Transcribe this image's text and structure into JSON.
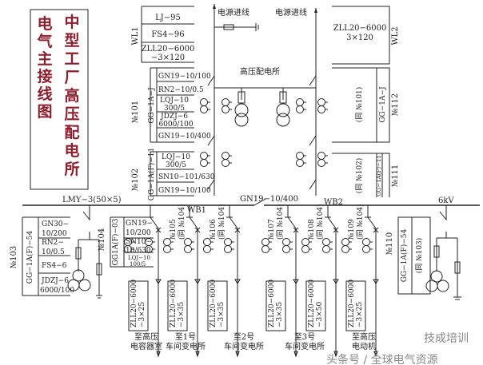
{
  "title": {
    "left_column": [
      "电",
      "气",
      "主",
      "接",
      "线",
      "图"
    ],
    "right_column": [
      "中",
      "型",
      "工",
      "厂",
      "高",
      "压",
      "配",
      "电",
      "所"
    ],
    "color": "#8b1f2e"
  },
  "incoming": {
    "label_1": "电源进线",
    "label_2": "电源进线",
    "substation": "高压配电所"
  },
  "wl1": {
    "label": "WL1",
    "rows": [
      "LJ−95",
      "FS4−96",
      "ZLL20−6000",
      "−3×120"
    ]
  },
  "wl2": {
    "label": "WL2",
    "rows": [
      "ZLL20−6000",
      "3×120"
    ]
  },
  "no101": {
    "label": "№101",
    "type": "GG−1A−J",
    "rows": [
      "GN19−10/100",
      "RN2−10/0.5",
      "LQJ−10",
      "300/5",
      "JDZJ−6",
      "6000/100",
      "GN19−10/400"
    ]
  },
  "no102": {
    "label": "№102",
    "type": "GG−1A(F)−11",
    "rows": [
      "LQJ−10",
      "300/5",
      "SN10−101/630",
      "GN19−10/100"
    ]
  },
  "no112": {
    "label": "№112",
    "type": "GG−1A−J",
    "same": "(同 №101)"
  },
  "no111": {
    "label": "№111",
    "type": "GG−1A(F)−11",
    "same": "(同 №102)"
  },
  "bus": {
    "conductor": "LMY−3(50×5)",
    "wb1": "WB1",
    "wb2": "WB2",
    "tie": "GN19−10/400",
    "voltage": "6kV"
  },
  "no103": {
    "label": "№103",
    "type": "GG−1A(F)−54",
    "rows": [
      "GN30−",
      "10/200",
      "RN2−",
      "10/0.5",
      "FS4−6",
      "JDZJ−6",
      "6000/100"
    ]
  },
  "no104": {
    "label": "№104",
    "type": "GG1A(F)−03",
    "rows": [
      "GN19−",
      "10/200",
      "SN10−",
      "10/630",
      "LQJ−10",
      "100/5"
    ]
  },
  "feeders": [
    {
      "label": "№105",
      "same": "(同 №104)"
    },
    {
      "label": "№106",
      "same": "(同 №104)"
    },
    {
      "label": "№107",
      "same": "(同 №104)"
    },
    {
      "label": "№108",
      "same": "(同 №104)"
    },
    {
      "label": "№109",
      "same": "(同 №104)"
    }
  ],
  "no110": {
    "label": "№110",
    "type": "GG−1A(F)−54",
    "same": "(同 №103)"
  },
  "cables": [
    {
      "line1": "ZLL20−6000",
      "line2": "−3×25"
    },
    {
      "line1": "ZLL20−6000",
      "line2": "−3×35"
    },
    {
      "line1": "ZLL20−6000",
      "line2": "−3×35"
    },
    {
      "line1": "ZLL20−6000",
      "line2": "−3×35"
    },
    {
      "line1": "ZLL20−6000",
      "line2": "−3×50"
    },
    {
      "line1": "ZLL20−6000",
      "line2": "−3×25"
    }
  ],
  "destinations": [
    {
      "line1": "至高压",
      "line2": "电容器室"
    },
    {
      "line1": "至1号",
      "line2": "车间变电所"
    },
    {
      "line1": "至2号",
      "line2": "车间变电所"
    },
    {
      "line1": "至3号",
      "line2": "车间变电所"
    },
    {
      "line1": "至高压",
      "line2": "电动机"
    }
  ],
  "watermark": {
    "line1": "技成培训",
    "line2": "头条号 / 全球电气资源"
  }
}
